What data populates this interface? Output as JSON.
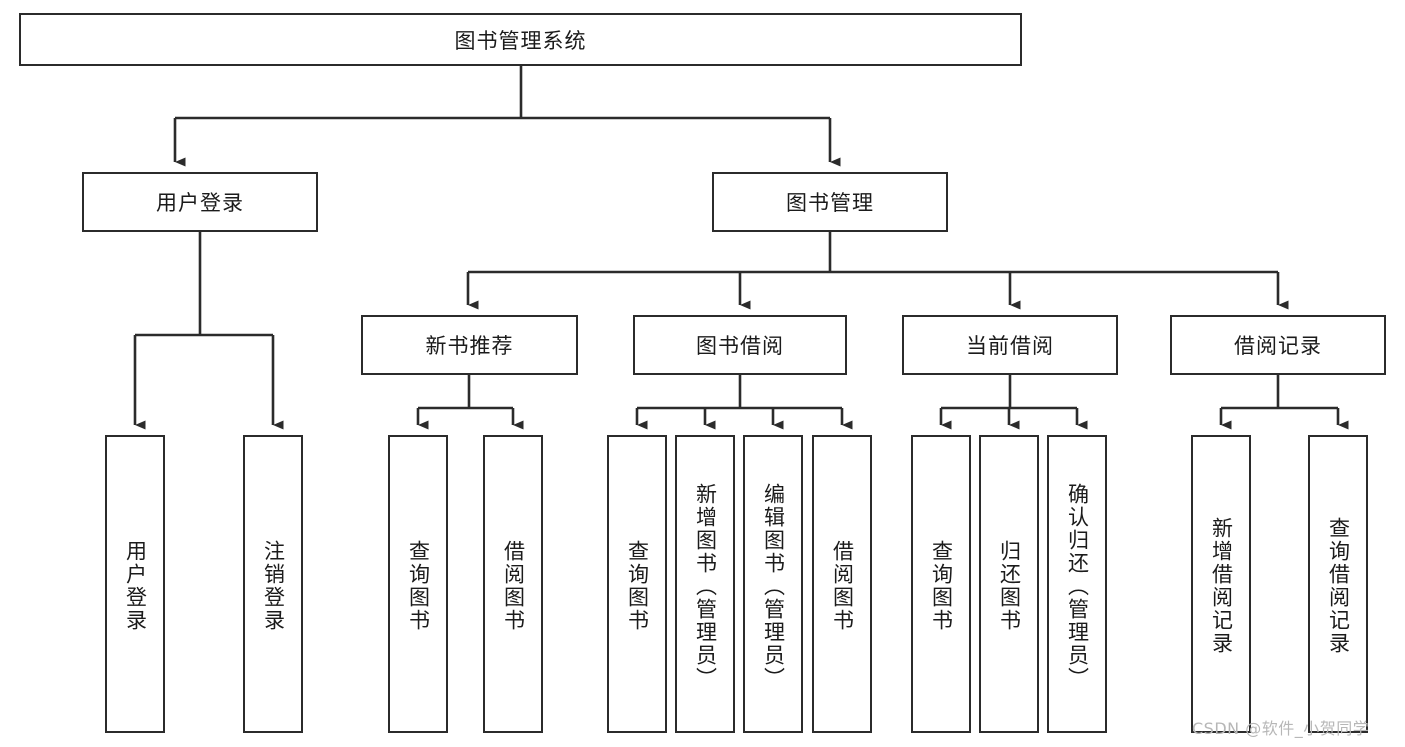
{
  "diagram": {
    "type": "tree",
    "title": "图书管理系统",
    "root": {
      "label": "图书管理系统"
    },
    "level1": [
      {
        "label": "用户登录"
      },
      {
        "label": "图书管理"
      }
    ],
    "level2": [
      {
        "label": "新书推荐"
      },
      {
        "label": "图书借阅"
      },
      {
        "label": "当前借阅"
      },
      {
        "label": "借阅记录"
      }
    ],
    "leaves": {
      "user_login": [
        {
          "label": "用户登录"
        },
        {
          "label": "注销登录"
        }
      ],
      "new_book_recommend": [
        {
          "label": "查询图书"
        },
        {
          "label": "借阅图书"
        }
      ],
      "book_borrow": [
        {
          "label": "查询图书"
        },
        {
          "label": "新增图书（管理员）"
        },
        {
          "label": "编辑图书（管理员）"
        },
        {
          "label": "借阅图书"
        }
      ],
      "current_borrow": [
        {
          "label": "查询图书"
        },
        {
          "label": "归还图书"
        },
        {
          "label": "确认归还（管理员）"
        }
      ],
      "borrow_record": [
        {
          "label": "新增借阅记录"
        },
        {
          "label": "查询借阅记录"
        }
      ]
    }
  },
  "watermark": {
    "text": "CSDN @软件_小贺同学"
  },
  "colors": {
    "stroke": "#2b2b2b",
    "fill": "#ffffff",
    "text": "#1b1b1b",
    "watermark": "#b7b7b7"
  }
}
